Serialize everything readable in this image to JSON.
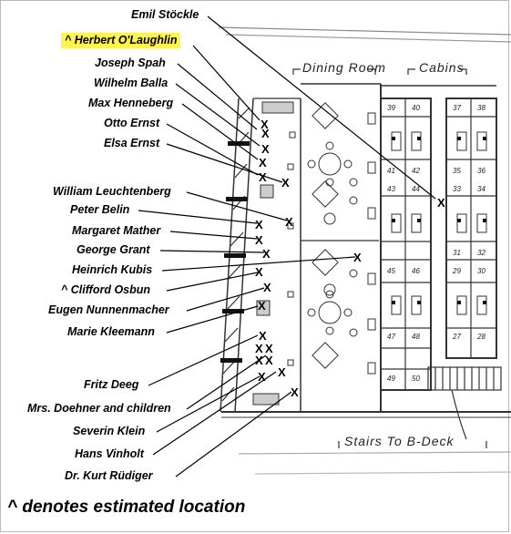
{
  "plan": {
    "labels": {
      "dining": "Dining Room",
      "cabins": "Cabins",
      "stairs": "Stairs To B-Deck"
    },
    "cabin_numbers": [
      "39",
      "40",
      "37",
      "38",
      "41",
      "42",
      "35",
      "36",
      "43",
      "44",
      "33",
      "34",
      "31",
      "32",
      "45",
      "46",
      "29",
      "30",
      "47",
      "48",
      "27",
      "28",
      "49",
      "50"
    ]
  },
  "people": [
    {
      "name": "Emil Stöckle",
      "estimated": false
    },
    {
      "name": "^ Herbert O'Laughlin",
      "estimated": true
    },
    {
      "name": "Joseph Spah",
      "estimated": false
    },
    {
      "name": "Wilhelm Balla",
      "estimated": false
    },
    {
      "name": "Max Henneberg",
      "estimated": false
    },
    {
      "name": "Otto Ernst",
      "estimated": false
    },
    {
      "name": "Elsa Ernst",
      "estimated": false
    },
    {
      "name": "William Leuchtenberg",
      "estimated": false
    },
    {
      "name": "Peter Belin",
      "estimated": false
    },
    {
      "name": "Margaret Mather",
      "estimated": false
    },
    {
      "name": "George Grant",
      "estimated": false
    },
    {
      "name": "Heinrich Kubis",
      "estimated": false
    },
    {
      "name": "^ Clifford Osbun",
      "estimated": true
    },
    {
      "name": "Eugen Nunnenmacher",
      "estimated": false
    },
    {
      "name": "Marie Kleemann",
      "estimated": false
    },
    {
      "name": "Fritz Deeg",
      "estimated": false
    },
    {
      "name": "Mrs. Doehner and children",
      "estimated": false
    },
    {
      "name": "Severin Klein",
      "estimated": false
    },
    {
      "name": "Hans Vinholt",
      "estimated": false
    },
    {
      "name": "Dr. Kurt Rüdiger",
      "estimated": false
    }
  ],
  "highlight_color": "#fff44f",
  "marker": "X",
  "footnote": "^ denotes estimated location"
}
